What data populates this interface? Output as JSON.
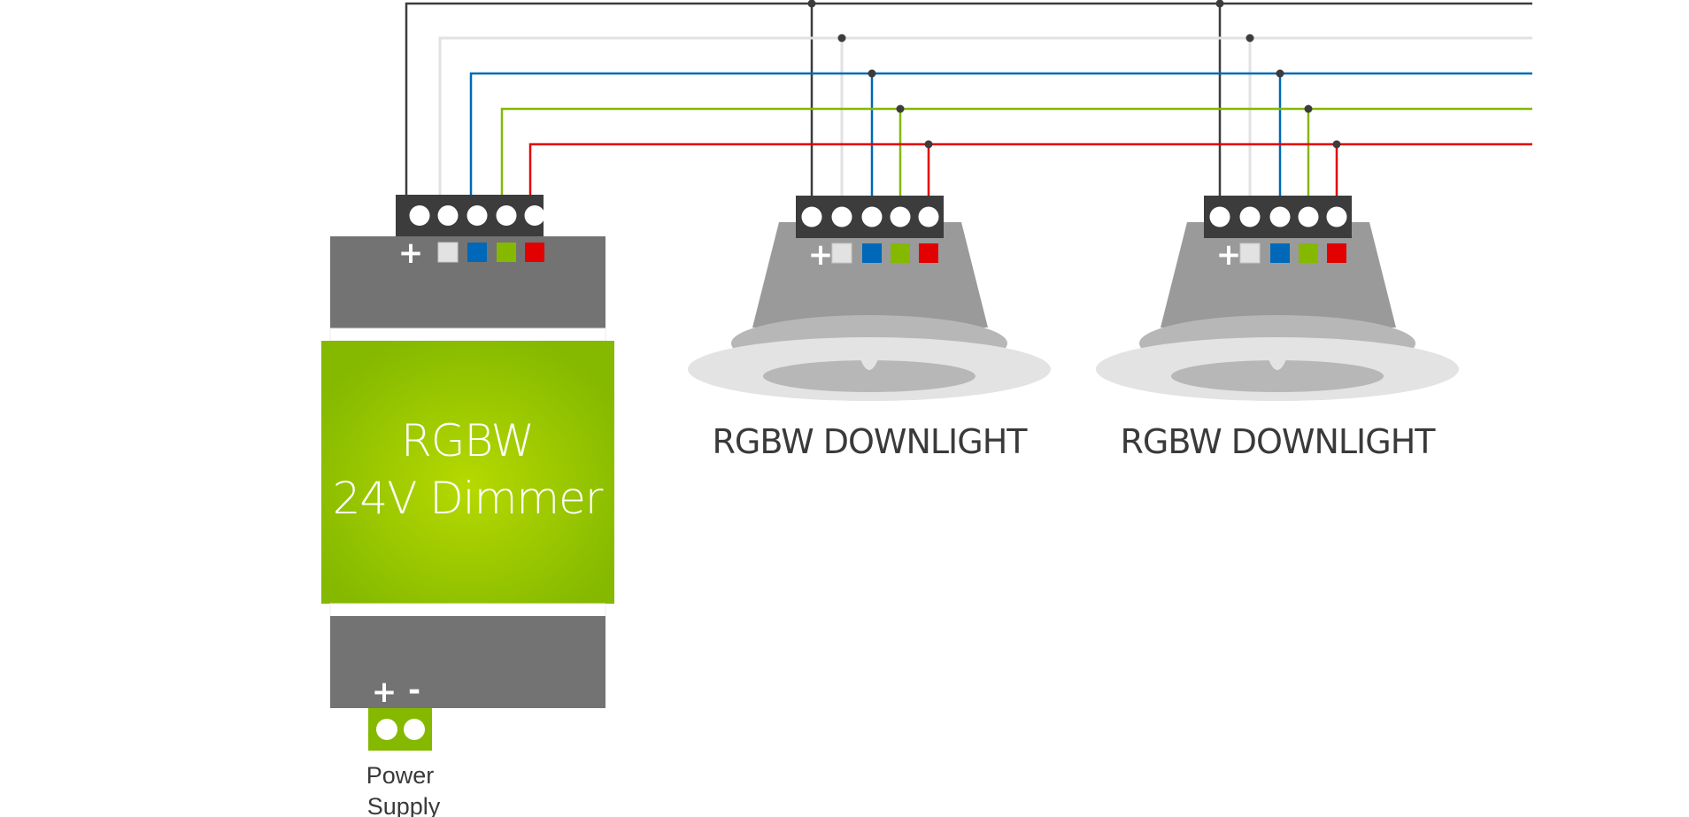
{
  "diagram": {
    "dimmer": {
      "title_line1": "RGBW",
      "title_line2": "24V Dimmer",
      "output_polarity_label": "+",
      "input_plus_label": "+",
      "input_minus_label": "-",
      "power_label_line1": "Power",
      "power_label_line2": "Supply"
    },
    "downlights": [
      {
        "label": "RGBW DOWNLIGHT",
        "polarity_label": "+"
      },
      {
        "label": "RGBW DOWNLIGHT",
        "polarity_label": "+"
      }
    ],
    "channels": [
      {
        "name": "common-positive",
        "color": "#3c3c3c"
      },
      {
        "name": "white",
        "color": "#e2e2e2"
      },
      {
        "name": "blue",
        "color": "#0068b8"
      },
      {
        "name": "green",
        "color": "#84b900"
      },
      {
        "name": "red",
        "color": "#e20000"
      }
    ],
    "colors": {
      "dimmer_green": "#84b900",
      "dimmer_green_center": "#b6d900",
      "body_gray": "#737373",
      "terminal_dark": "#3c3c3c",
      "lamp_body": "#9a9a9a",
      "lamp_collar": "#b7b7b7",
      "lamp_flange": "#e3e3e3"
    }
  }
}
